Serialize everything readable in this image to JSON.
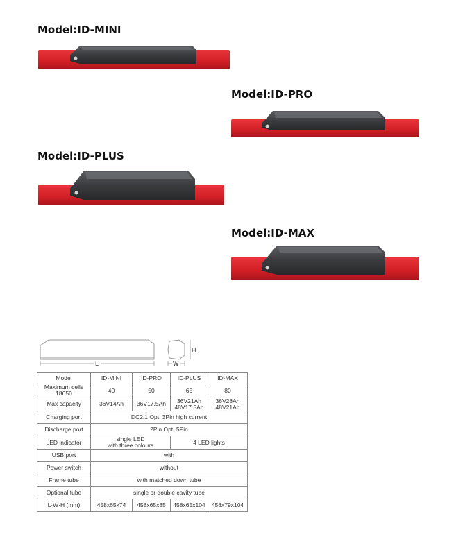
{
  "models": [
    {
      "title": "Model:ID-MINI"
    },
    {
      "title": "Model:ID-PRO"
    },
    {
      "title": "Model:ID-PLUS"
    },
    {
      "title": "Model:ID-MAX"
    }
  ],
  "colors": {
    "frame": "#d8232a",
    "pack": "#3b3d40",
    "border": "#8a8a8a"
  },
  "diagram": {
    "length_label": "L",
    "width_label": "W",
    "height_label": "H"
  },
  "table": {
    "header": [
      "Model",
      "ID-MINI",
      "ID-PRO",
      "ID-PLUS",
      "ID-MAX"
    ],
    "rows": [
      {
        "label": "Maximum cells\n18650",
        "cells": [
          "40",
          "50",
          "65",
          "80"
        ]
      },
      {
        "label": "Max capacity",
        "cells": [
          "36V14Ah",
          "36V17.5Ah",
          "36V21Ah\n48V17.5Ah",
          "36V28Ah\n48V21Ah"
        ]
      },
      {
        "label": "Charging port",
        "span": "DC2.1  Opt. 3Pin high current"
      },
      {
        "label": "Discharge port",
        "span": "2Pin Opt. 5Pin"
      },
      {
        "label": "LED indicator",
        "left": "single LED\nwith three colours",
        "right": "4 LED lights"
      },
      {
        "label": "USB port",
        "span": "with"
      },
      {
        "label": "Power switch",
        "span": "without"
      },
      {
        "label": "Frame tube",
        "span": "with matched down tube"
      },
      {
        "label": "Optional tube",
        "span": "single or double  cavity tube"
      },
      {
        "label": "L·W·H (mm)",
        "cells": [
          "458x65x74",
          "458x65x85",
          "458x65x104",
          "458x79x104"
        ]
      }
    ]
  }
}
